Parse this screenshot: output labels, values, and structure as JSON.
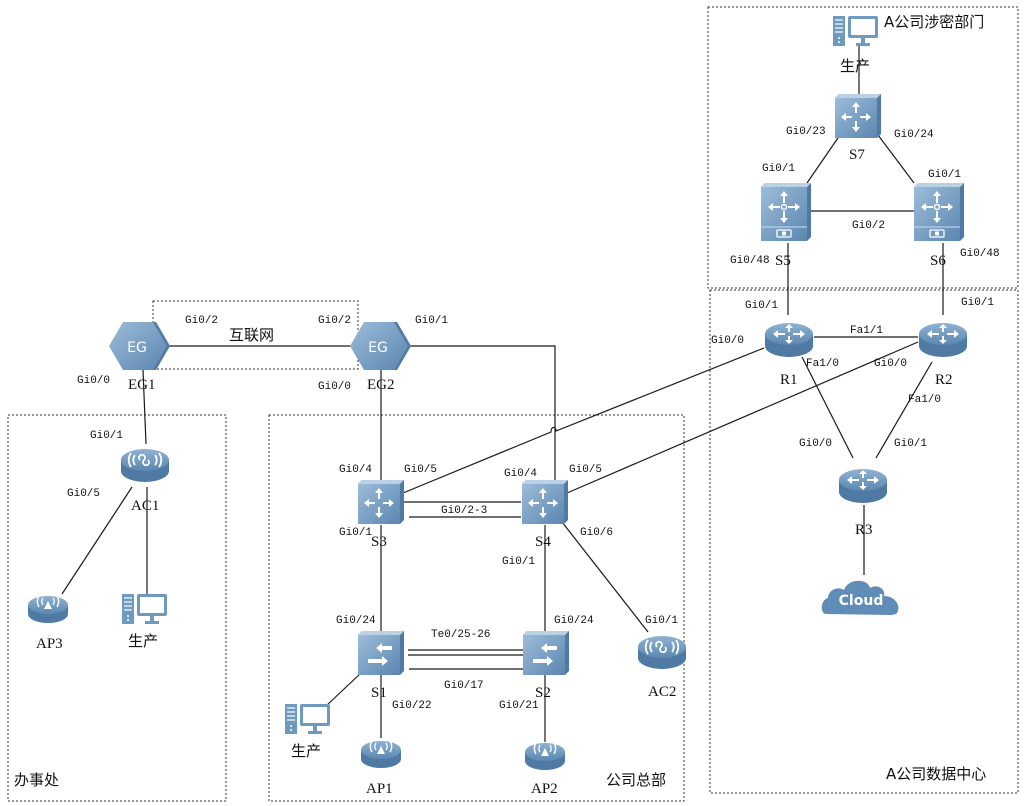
{
  "diagram": {
    "type": "network-topology",
    "zones": [
      {
        "id": "secret",
        "label": "A公司涉密部门"
      },
      {
        "id": "datacenter",
        "label": "A公司数据中心"
      },
      {
        "id": "internet",
        "label": "互联网"
      },
      {
        "id": "office",
        "label": "办事处"
      },
      {
        "id": "hq",
        "label": "公司总部"
      }
    ],
    "devices": {
      "pc_secret": {
        "type": "pc",
        "label": "生产"
      },
      "S7": {
        "type": "l3switch",
        "label": "S7"
      },
      "S5": {
        "type": "core-switch",
        "label": "S5"
      },
      "S6": {
        "type": "core-switch",
        "label": "S6"
      },
      "R1": {
        "type": "router",
        "label": "R1"
      },
      "R2": {
        "type": "router",
        "label": "R2"
      },
      "R3": {
        "type": "router",
        "label": "R3"
      },
      "cloud": {
        "type": "cloud",
        "label": "Cloud"
      },
      "EG1": {
        "type": "egress-gateway",
        "label": "EG1",
        "icon_text": "EG"
      },
      "EG2": {
        "type": "egress-gateway",
        "label": "EG2",
        "icon_text": "EG"
      },
      "AC1": {
        "type": "wireless-controller",
        "label": "AC1"
      },
      "AP3": {
        "type": "access-point",
        "label": "AP3"
      },
      "pc_office": {
        "type": "pc",
        "label": "生产"
      },
      "S3": {
        "type": "l3switch",
        "label": "S3"
      },
      "S4": {
        "type": "l3switch",
        "label": "S4"
      },
      "S1": {
        "type": "l2switch",
        "label": "S1"
      },
      "S2": {
        "type": "l2switch",
        "label": "S2"
      },
      "AC2": {
        "type": "wireless-controller",
        "label": "AC2"
      },
      "pc_hq": {
        "type": "pc",
        "label": "生产"
      },
      "AP1": {
        "type": "access-point",
        "label": "AP1"
      },
      "AP2": {
        "type": "access-point",
        "label": "AP2"
      }
    },
    "links": [
      {
        "from": "pc_secret",
        "to": "S7"
      },
      {
        "from": "S7",
        "to": "S5",
        "from_port": "Gi0/23",
        "to_port": "Gi0/1"
      },
      {
        "from": "S7",
        "to": "S6",
        "from_port": "Gi0/24",
        "to_port": "Gi0/1"
      },
      {
        "from": "S5",
        "to": "S6",
        "port": "Gi0/2"
      },
      {
        "from": "S5",
        "to": "R1",
        "from_port": "Gi0/48",
        "to_port": "Gi0/1"
      },
      {
        "from": "S6",
        "to": "R2",
        "from_port": "Gi0/48",
        "to_port": "Gi0/1"
      },
      {
        "from": "R1",
        "to": "R2",
        "port": "Fa1/1"
      },
      {
        "from": "R1",
        "to": "R3",
        "from_port": "Fa1/0",
        "to_port": "Gi0/0"
      },
      {
        "from": "R2",
        "to": "R3",
        "from_port": "Fa1/0",
        "to_port": "Gi0/1"
      },
      {
        "from": "R3",
        "to": "cloud"
      },
      {
        "from": "R1",
        "to": "S3",
        "from_port": "Gi0/0",
        "to_port": "Gi0/5"
      },
      {
        "from": "R2",
        "to": "S4",
        "from_port": "Gi0/0",
        "to_port": "Gi0/5"
      },
      {
        "from": "EG1",
        "to": "EG2",
        "from_port": "Gi0/2",
        "to_port": "Gi0/2"
      },
      {
        "from": "EG1",
        "to": "AC1",
        "from_port": "Gi0/0",
        "to_port": "Gi0/1"
      },
      {
        "from": "AC1",
        "to": "AP3",
        "from_port": "Gi0/5"
      },
      {
        "from": "AC1",
        "to": "pc_office"
      },
      {
        "from": "EG2",
        "to": "S3",
        "from_port": "Gi0/0",
        "to_port": "Gi0/4"
      },
      {
        "from": "EG2",
        "to": "S4",
        "from_port": "Gi0/1",
        "to_port": "Gi0/4"
      },
      {
        "from": "S3",
        "to": "S4",
        "port": "Gi0/2-3"
      },
      {
        "from": "S3",
        "to": "S1",
        "from_port": "Gi0/1",
        "to_port": "Gi0/24"
      },
      {
        "from": "S4",
        "to": "S2",
        "from_port": "Gi0/1",
        "to_port": "Gi0/24"
      },
      {
        "from": "S4",
        "to": "AC2",
        "from_port": "Gi0/6",
        "to_port": "Gi0/1"
      },
      {
        "from": "S1",
        "to": "S2",
        "port": "Te0/25-26"
      },
      {
        "from": "S1",
        "to": "S2",
        "port": "Gi0/17"
      },
      {
        "from": "S1",
        "to": "pc_hq"
      },
      {
        "from": "S1",
        "to": "AP1",
        "from_port": "Gi0/22"
      },
      {
        "from": "S2",
        "to": "AP2",
        "from_port": "Gi0/21"
      }
    ],
    "port_labels": {
      "s7_gi023": "Gi0/23",
      "s7_gi024": "Gi0/24",
      "s5_gi01": "Gi0/1",
      "s6_gi01": "Gi0/1",
      "s5s6_gi02": "Gi0/2",
      "s5_gi048": "Gi0/48",
      "s6_gi048": "Gi0/48",
      "r1_gi01": "Gi0/1",
      "r2_gi01": "Gi0/1",
      "r1_gi00": "Gi0/0",
      "r1r2_fa11": "Fa1/1",
      "r1_fa10": "Fa1/0",
      "r2_gi00": "Gi0/0",
      "r2_fa10": "Fa1/0",
      "r3_gi00": "Gi0/0",
      "r3_gi01": "Gi0/1",
      "eg1_gi02": "Gi0/2",
      "eg2_gi02": "Gi0/2",
      "eg2_gi01": "Gi0/1",
      "eg1_gi00": "Gi0/0",
      "eg2_gi00": "Gi0/0",
      "ac1_gi01": "Gi0/1",
      "ac1_gi05": "Gi0/5",
      "s3_gi04": "Gi0/4",
      "s3_gi05": "Gi0/5",
      "s4_gi04": "Gi0/4",
      "s4_gi05": "Gi0/5",
      "s3s4_gi023": "Gi0/2-3",
      "s3_gi01": "Gi0/1",
      "s4_gi06": "Gi0/6",
      "s4_gi01": "Gi0/1",
      "s1_gi024": "Gi0/24",
      "s2_gi024": "Gi0/24",
      "ac2_gi01": "Gi0/1",
      "s1s2_te": "Te0/25-26",
      "s1s2_gi017": "Gi0/17",
      "s1_gi022": "Gi0/22",
      "s2_gi021": "Gi0/21"
    },
    "colors": {
      "device_fill": "#6f9ac0",
      "device_dark": "#4f7aa3",
      "device_light": "#a9c4dc",
      "line": "#1a1a1a",
      "zone_border": "#333333"
    }
  }
}
